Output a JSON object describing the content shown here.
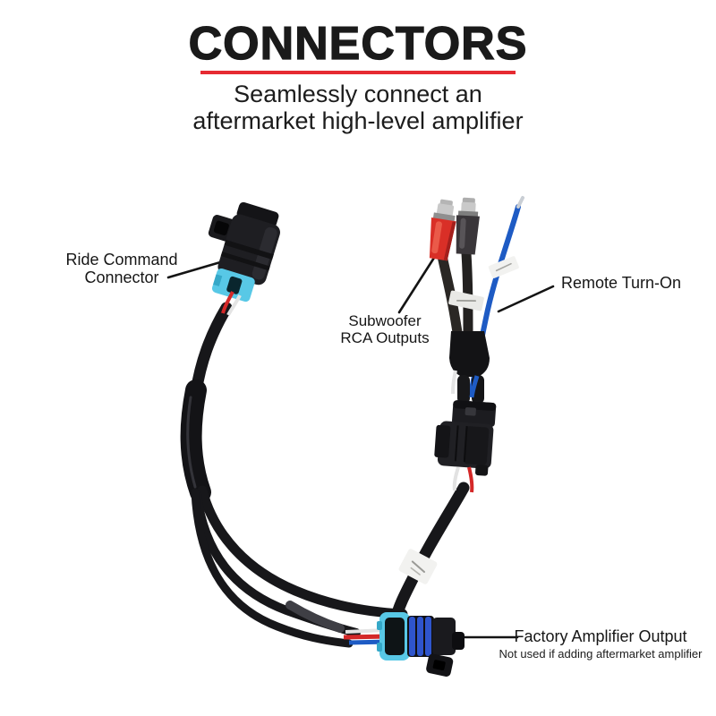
{
  "header": {
    "title": "CONNECTORS",
    "subtitle_line1": "Seamlessly connect an",
    "subtitle_line2": "aftermarket high-level amplifier"
  },
  "callouts": {
    "ride_command_line1": "Ride Command",
    "ride_command_line2": "Connector",
    "subwoofer_line1": "Subwoofer",
    "subwoofer_line2": "RCA Outputs",
    "remote": "Remote Turn-On",
    "factory": "Factory Amplifier Output",
    "factory_note": "Not used if adding aftermarket amplifier"
  },
  "colors": {
    "title_text": "#1a1a1a",
    "accent_red": "#e62a32",
    "label_text": "#161616",
    "leader_line": "#141414",
    "cable_black": "#17171a",
    "heatshrink_black": "#131316",
    "sleeve_gray": "#3f3f45",
    "connector_cyan": "#58c8e6",
    "connector_cyan_dark": "#35a8c8",
    "seal_blue": "#2f55cc",
    "wire_blue": "#1e5bc4",
    "wire_red": "#d42828",
    "wire_white": "#e6e6e6",
    "rca_red": "#d92f27",
    "rca_smoke": "#3a363a",
    "metal_silver": "#c9c9c9",
    "label_tag_white": "#f2f2f0"
  }
}
